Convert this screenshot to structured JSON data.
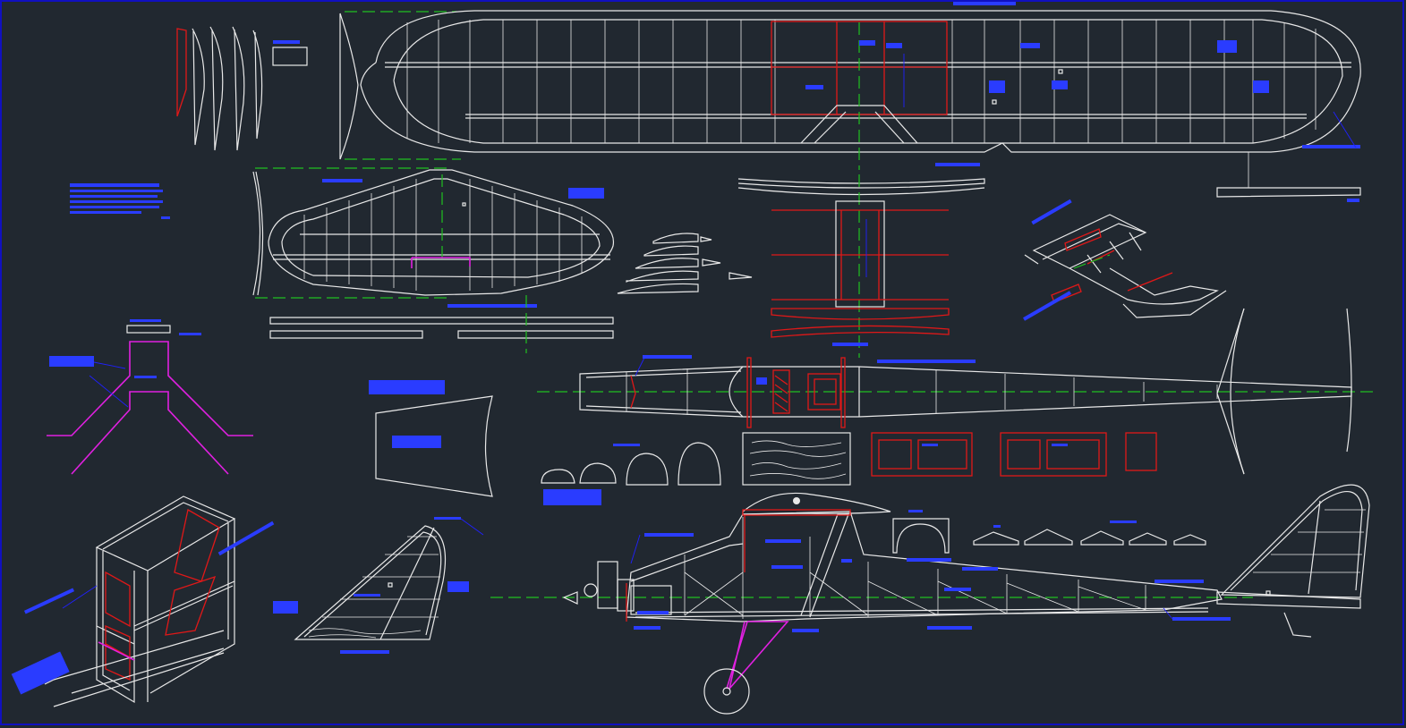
{
  "drawing": {
    "background_color": "#212830",
    "line_color": "#e8e8e8",
    "structure_color": "#e01818",
    "wire_color": "#e020e0",
    "centerline_color": "#20c020",
    "annotation_color": "#2020ff",
    "frame_color": "#1010c0"
  },
  "views": [
    {
      "name": "wing-plan-view"
    },
    {
      "name": "stabilizer-plan-view"
    },
    {
      "name": "wing-center-section"
    },
    {
      "name": "fuselage-top-view"
    },
    {
      "name": "fuselage-side-view"
    },
    {
      "name": "fin-and-rudder"
    },
    {
      "name": "cabin-frame-isometric"
    },
    {
      "name": "landing-gear-wire"
    },
    {
      "name": "tail-isometric"
    }
  ]
}
